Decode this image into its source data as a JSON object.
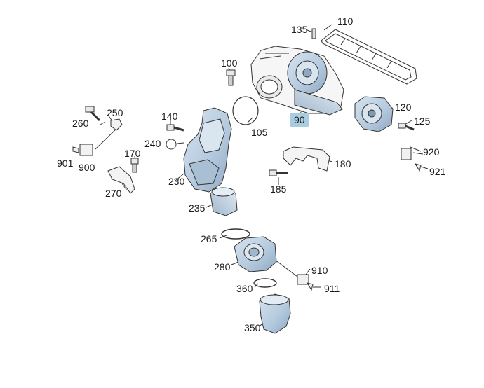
{
  "diagram": {
    "highlight_color": "#a9cde0",
    "part_color": "#b9cfe2",
    "line_color": "#333333",
    "parts": [
      {
        "id": "p110",
        "number": "110",
        "highlighted": false
      },
      {
        "id": "p135",
        "number": "135",
        "highlighted": false
      },
      {
        "id": "p100",
        "number": "100",
        "highlighted": false
      },
      {
        "id": "p90",
        "number": "90",
        "highlighted": true
      },
      {
        "id": "p105",
        "number": "105",
        "highlighted": false
      },
      {
        "id": "p120",
        "number": "120",
        "highlighted": false
      },
      {
        "id": "p125",
        "number": "125",
        "highlighted": false
      },
      {
        "id": "p920",
        "number": "920",
        "highlighted": false
      },
      {
        "id": "p921",
        "number": "921",
        "highlighted": false
      },
      {
        "id": "p180",
        "number": "180",
        "highlighted": false
      },
      {
        "id": "p185",
        "number": "185",
        "highlighted": false
      },
      {
        "id": "p250",
        "number": "250",
        "highlighted": false
      },
      {
        "id": "p260",
        "number": "260",
        "highlighted": false
      },
      {
        "id": "p140",
        "number": "140",
        "highlighted": false
      },
      {
        "id": "p240",
        "number": "240",
        "highlighted": false
      },
      {
        "id": "p170",
        "number": "170",
        "highlighted": false
      },
      {
        "id": "p901",
        "number": "901",
        "highlighted": false
      },
      {
        "id": "p900",
        "number": "900",
        "highlighted": false
      },
      {
        "id": "p230",
        "number": "230",
        "highlighted": false
      },
      {
        "id": "p270",
        "number": "270",
        "highlighted": false
      },
      {
        "id": "p235",
        "number": "235",
        "highlighted": false
      },
      {
        "id": "p265",
        "number": "265",
        "highlighted": false
      },
      {
        "id": "p280",
        "number": "280",
        "highlighted": false
      },
      {
        "id": "p910",
        "number": "910",
        "highlighted": false
      },
      {
        "id": "p360",
        "number": "360",
        "highlighted": false
      },
      {
        "id": "p911",
        "number": "911",
        "highlighted": false
      },
      {
        "id": "p350",
        "number": "350",
        "highlighted": false
      }
    ]
  }
}
